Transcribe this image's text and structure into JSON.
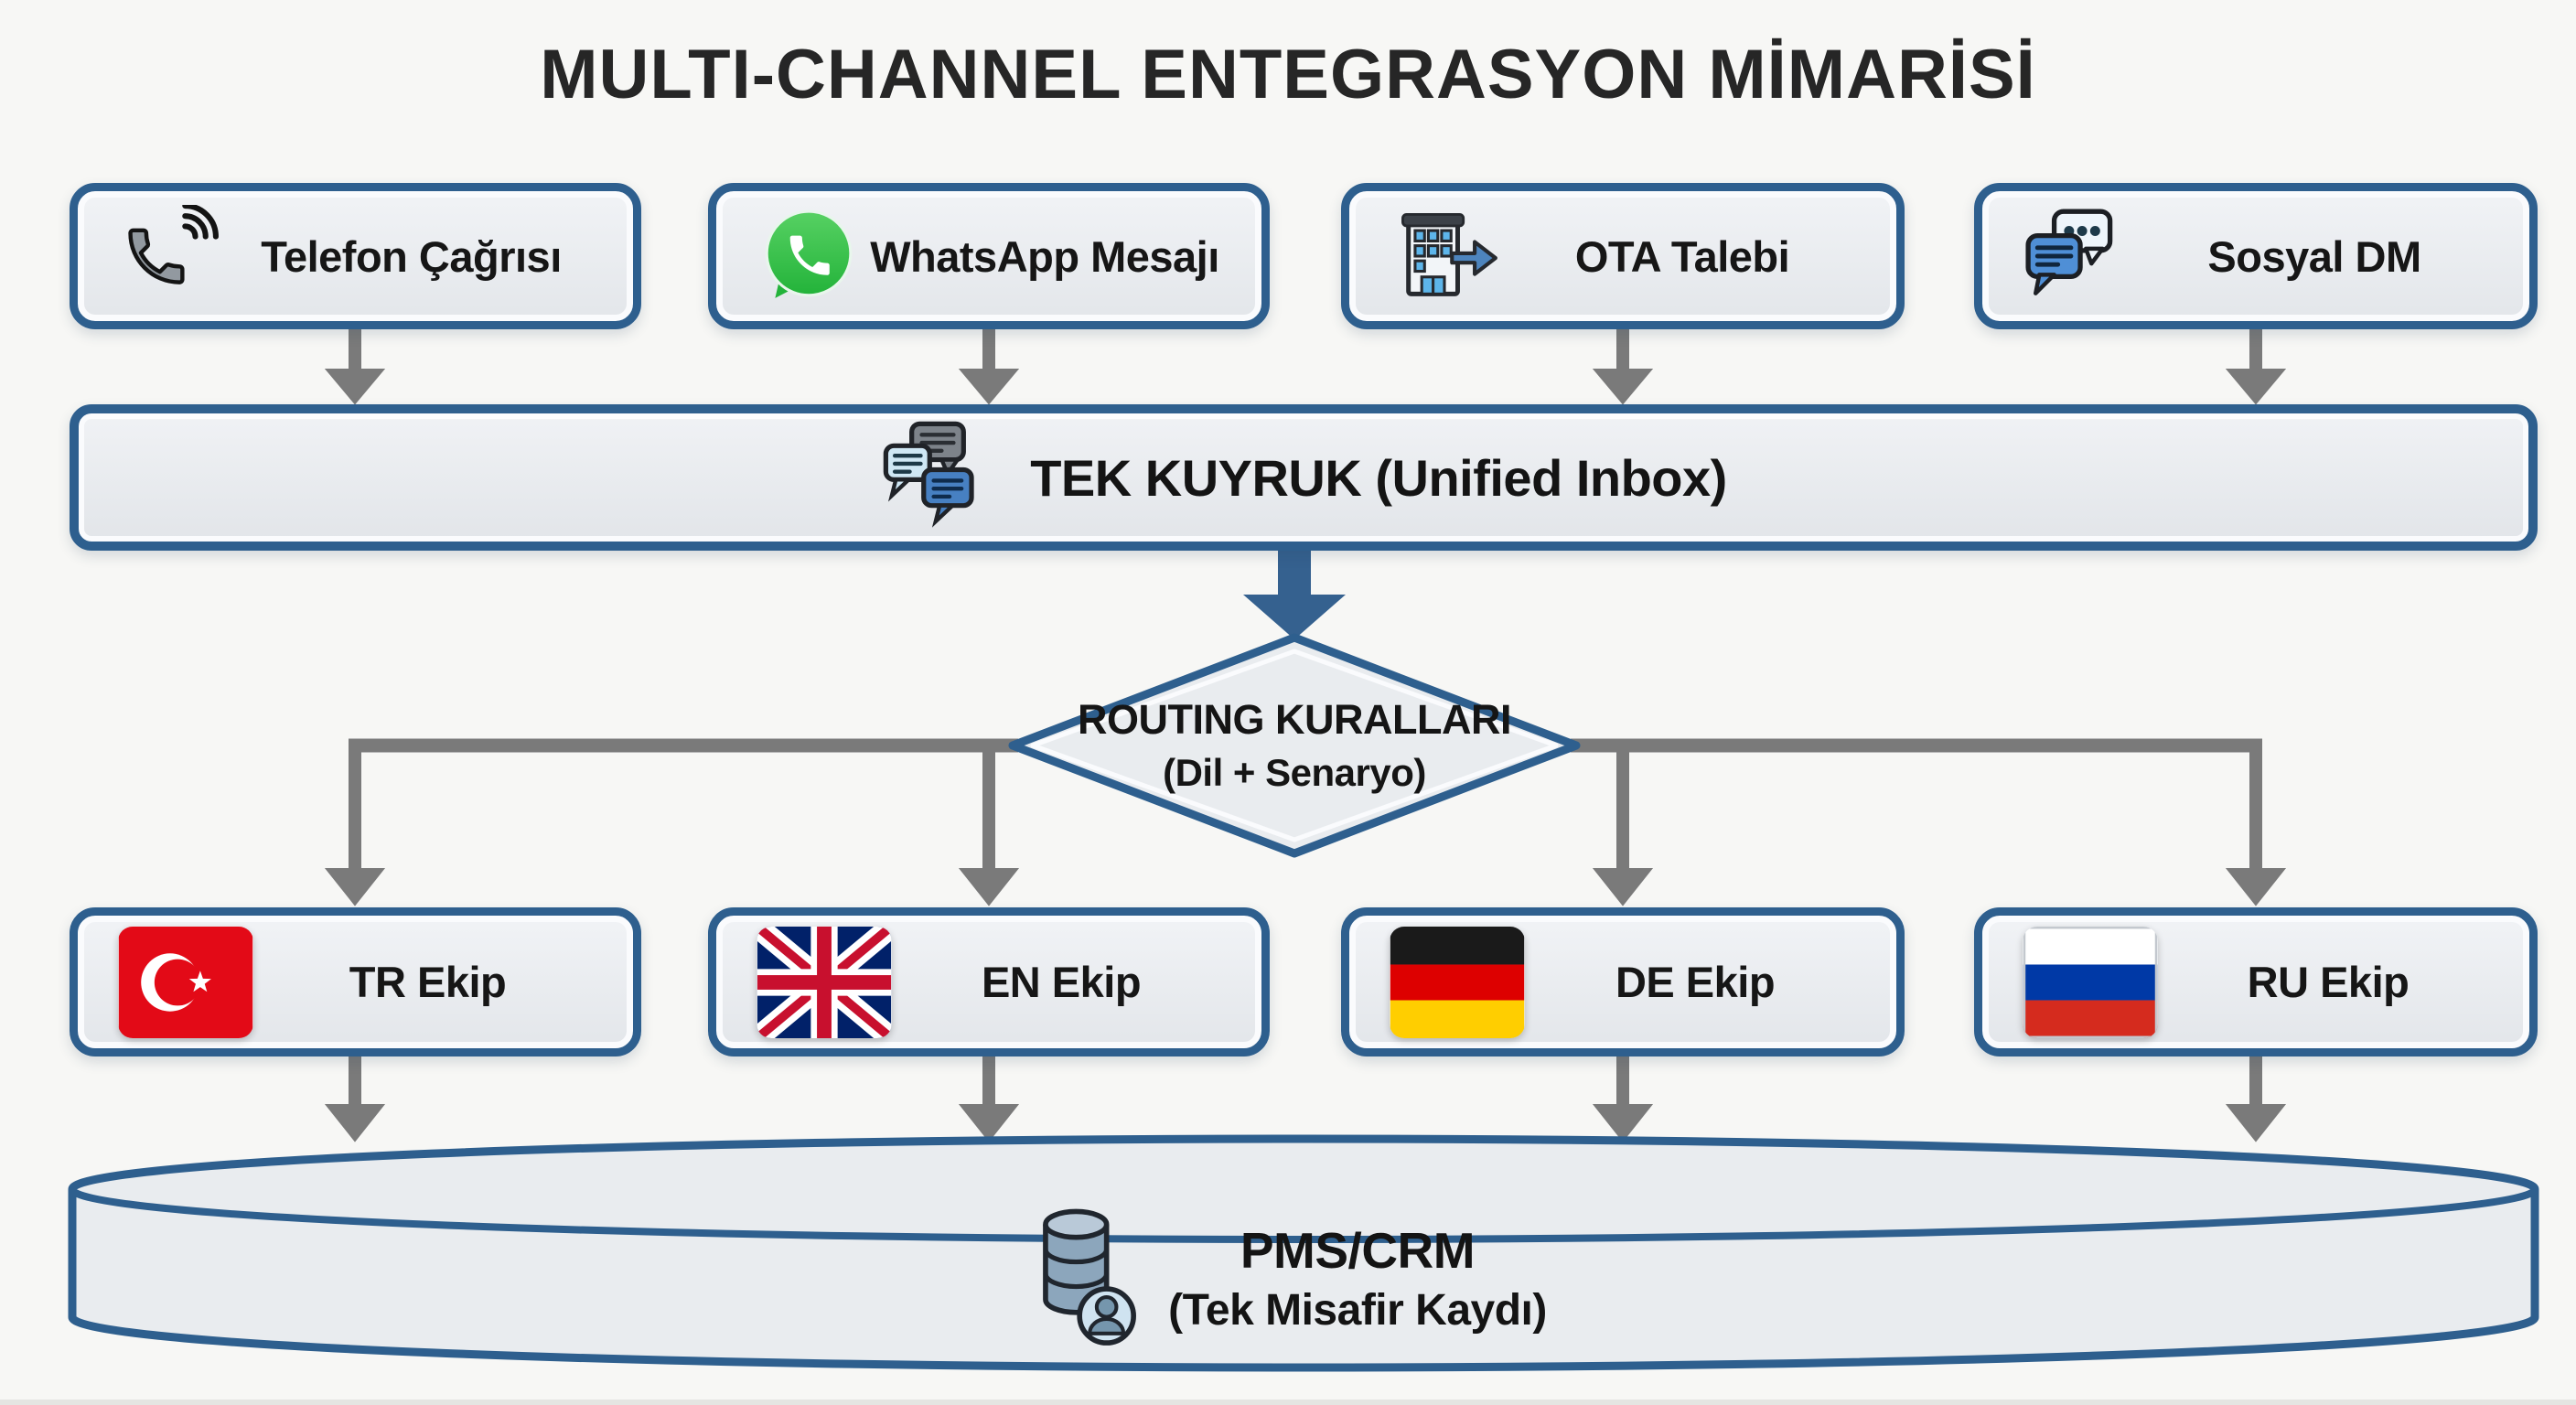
{
  "title": "MULTI-CHANNEL ENTEGRASYON MİMARİSİ",
  "channels": [
    {
      "label": "Telefon Çağrısı",
      "icon": "phone-call-icon"
    },
    {
      "label": "WhatsApp Mesajı",
      "icon": "whatsapp-icon"
    },
    {
      "label": "OTA Talebi",
      "icon": "hotel-ota-icon"
    },
    {
      "label": "Sosyal DM",
      "icon": "social-dm-icon"
    }
  ],
  "unified_inbox": {
    "label": "TEK KUYRUK (Unified Inbox)",
    "icon": "multi-chat-icon"
  },
  "routing_decision": {
    "line1": "ROUTING KURALLARI",
    "line2": "(Dil + Senaryo)"
  },
  "teams": [
    {
      "label": "TR Ekip",
      "flag": "turkey-flag"
    },
    {
      "label": "EN Ekip",
      "flag": "uk-flag"
    },
    {
      "label": "DE Ekip",
      "flag": "germany-flag"
    },
    {
      "label": "RU Ekip",
      "flag": "russia-flag"
    }
  ],
  "database": {
    "line1": "PMS/CRM",
    "line2": "(Tek Misafir Kaydı)",
    "icon": "database-guest-icon"
  },
  "colors": {
    "accent_blue": "#2e5f8e",
    "connector_gray": "#7a7a7a",
    "box_fill": "#e9ecef",
    "background": "#f7f7f5",
    "whatsapp_green": "#29b93e",
    "turkey_red": "#e30a17",
    "uk_blue": "#012169",
    "uk_red": "#c8102e",
    "germany_gold": "#ffce00",
    "russia_blue": "#0039a6",
    "russia_red": "#d52b1e",
    "title_text": "#262626"
  }
}
